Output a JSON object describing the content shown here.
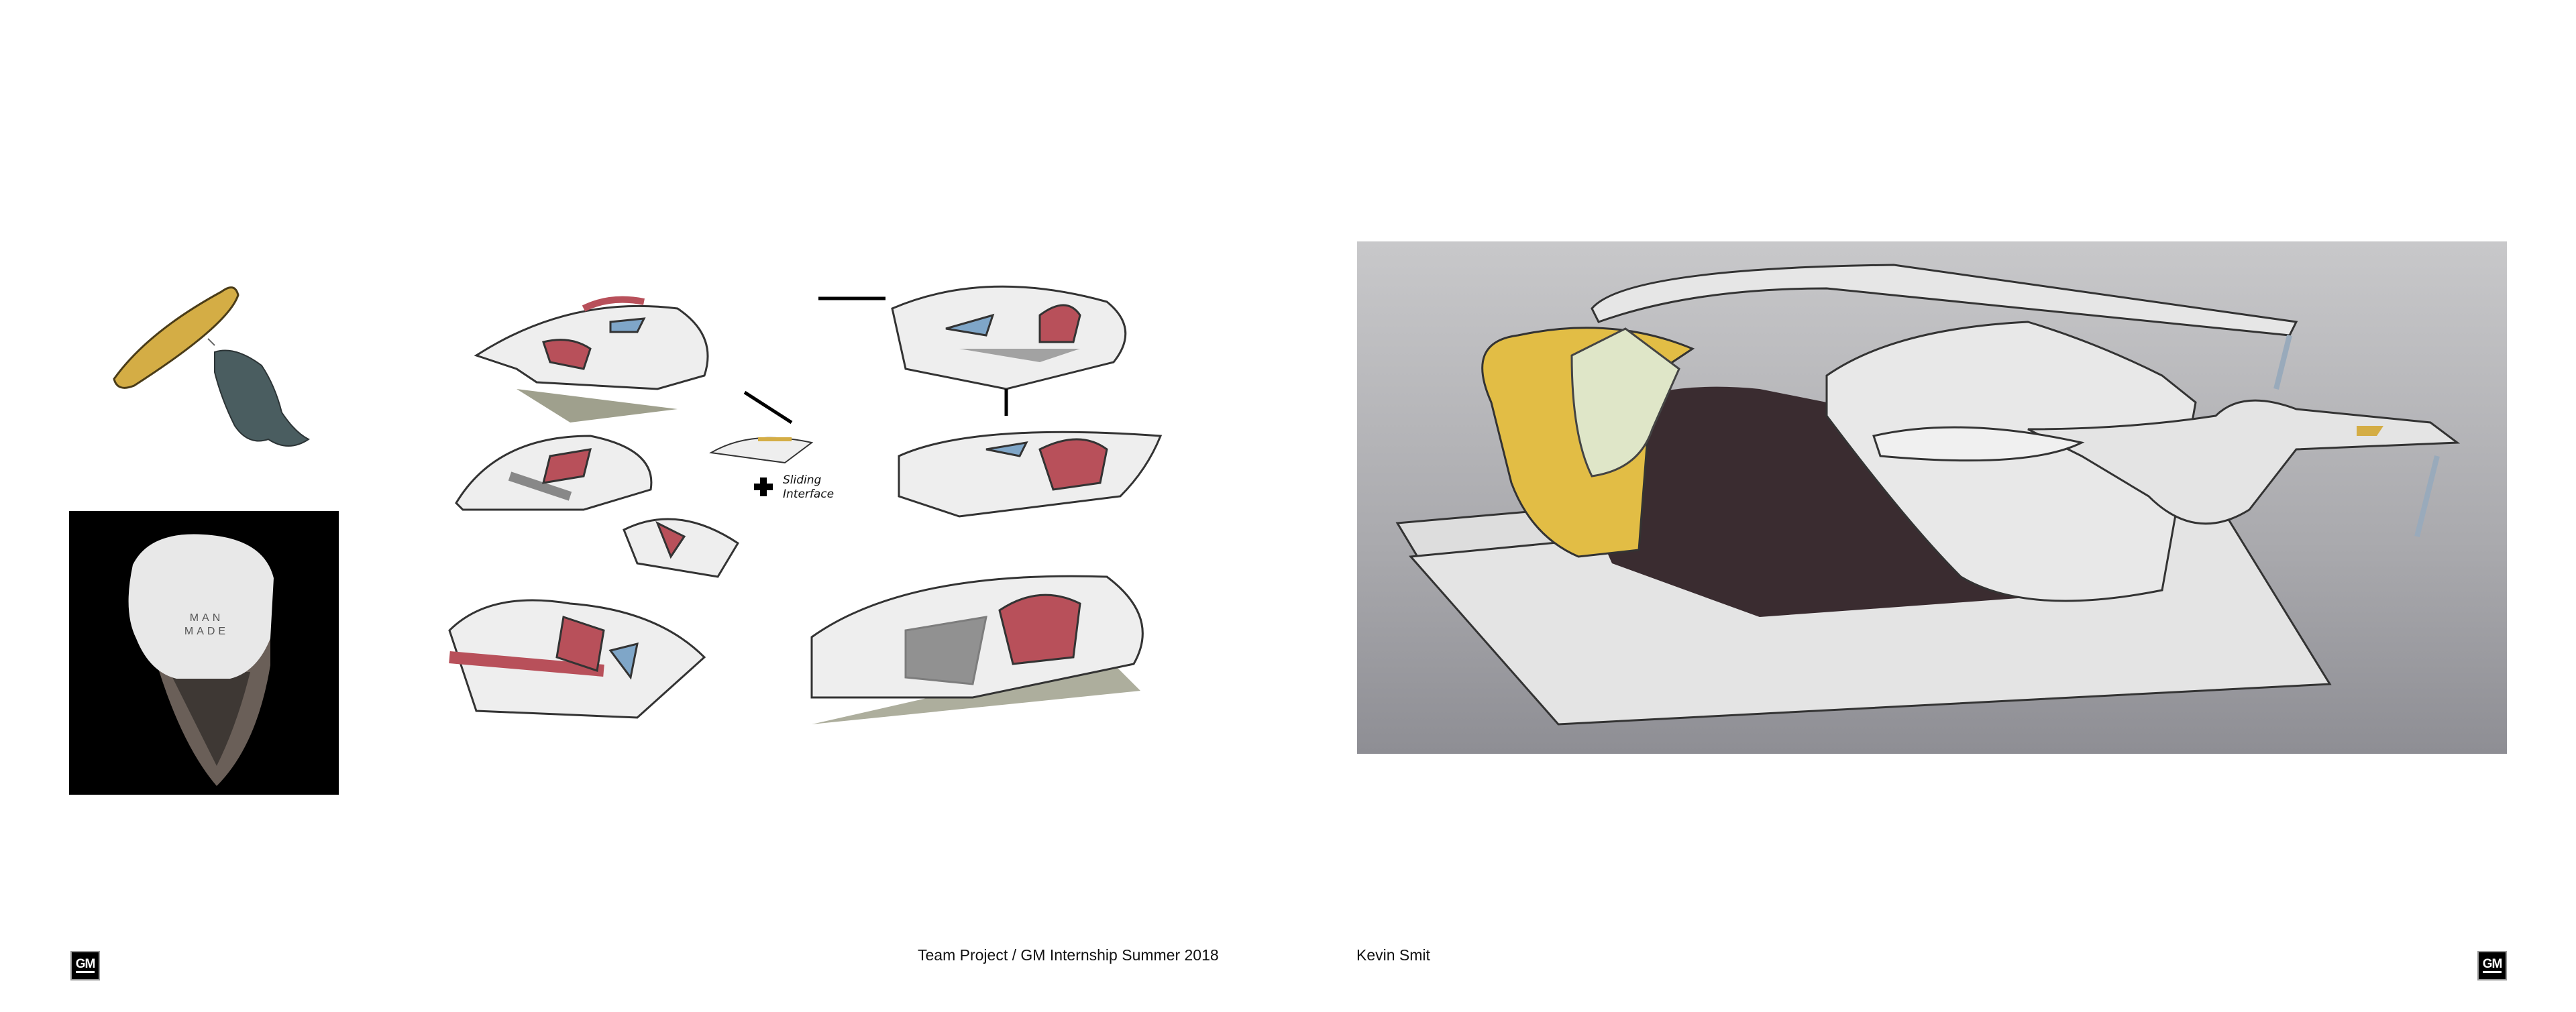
{
  "footer": {
    "project": "Team Project / GM Internship Summer 2018",
    "author": "Kevin Smit",
    "logo_text": "GM"
  },
  "collage": {
    "annotation_line1": "Sliding",
    "annotation_line2": "Interface"
  },
  "photo": {
    "brand_text": "MAN MADE"
  },
  "colors": {
    "yellow": "#d9b24a",
    "red": "#b8505a",
    "blue": "#7fa6c8",
    "render_bg": "#b4b4b8"
  }
}
